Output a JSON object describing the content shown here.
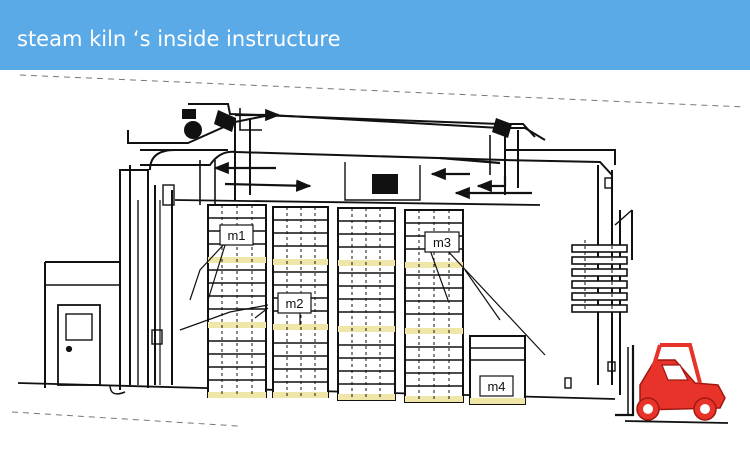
{
  "header": {
    "title": "steam kiln ‘s inside instructure"
  },
  "diagram": {
    "labels": {
      "m1": "m1",
      "m2": "m2",
      "m3": "m3",
      "m4": "m4"
    },
    "colors": {
      "header_bg": "#5aaae8",
      "line": "#111111",
      "board_band": "#f0e6a8",
      "forklift": "#e8332a"
    },
    "icons": [
      "fan-icon",
      "door-icon",
      "forklift-icon",
      "airflow-arrow-icon"
    ]
  }
}
